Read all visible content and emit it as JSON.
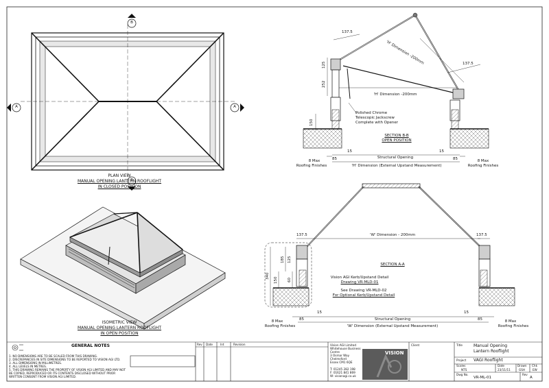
{
  "plan": {
    "title": [
      "PLAN VIEW",
      "MANUAL OPENING LANTERN ROOFLIGHT",
      "IN CLOSED POSITION"
    ],
    "marker_a": "A",
    "marker_b": "B"
  },
  "iso": {
    "title": [
      "ISOMETRIC VIEW",
      "MANUAL OPENING LANTERN ROOFLIGHT",
      "IN OPEN POSITION"
    ]
  },
  "section_bb": {
    "title": "SECTION B-B",
    "subtitle": "OPEN POSITION",
    "dim_137_left": "137.5",
    "dim_137_right": "137.5",
    "dim_h_slope": "'H' Dimension -200mm",
    "dim_h_flat": "'H' Dimension -200mm",
    "dim_125": "125",
    "dim_252": "252",
    "dim_150": "150",
    "dim_15_left": "15",
    "dim_15_right": "15",
    "dim_85_left": "85",
    "dim_85_right": "85",
    "structural_opening": "Structural Opening",
    "external_dim": "'H' Dimension (External Upstand Measurement)",
    "max_left": [
      "8 Max",
      "Roofing Finishes"
    ],
    "max_right": [
      "8 Max",
      "Roofing Finishes"
    ],
    "jackscrew_note": [
      "Polished Chrome",
      "Telescopic Jackscrew",
      "Complete with Opener"
    ]
  },
  "section_aa": {
    "title": "SECTION A-A",
    "dim_137_left": "137.5",
    "dim_137_right": "137.5",
    "dim_w": "'W' Dimension - 200mm",
    "dim_185": "185",
    "dim_125": "125",
    "dim_340": "340",
    "dim_60": "60",
    "dim_150": "150",
    "dim_15_left": "15",
    "dim_15_right": "15",
    "dim_85_left": "85",
    "dim_85_right": "85",
    "structural_opening": "Structural Opening",
    "external_dim": "'W' Dimension (External Upstand Measurement)",
    "max_left": [
      "8 Max",
      "Roofing Finishes"
    ],
    "max_right": [
      "8 Max",
      "Roofing Finishes"
    ],
    "kerb_note": [
      "Vision AGI Kerb/Upstand Detail",
      "Drawing VR-MLD-01"
    ],
    "optional_note": [
      "See Drawing VR-MLD-02",
      "For Optional Kerb/Upstand Detail"
    ]
  },
  "notes": {
    "heading": "GENERAL NOTES",
    "lines": [
      "1. NO DIMENSIONS ARE TO BE SCALED FROM THIS DRAWING.",
      "2. DISCREPANCIES IN SITE DIMENSIONS TO BE REPORTED TO VISION AGI LTD.",
      "3. ALL DIMENSIONS IN MILLIMETRES.",
      "4. ALL LEVELS IN METRES.",
      "5. THIS DRAWING REMAINS THE PROPERTY OF VISION AGI LIMITED AND MAY NOT",
      "   BE COPIED, REPRODUCED OR ITS CONTENTS DISCLOSED WITHOUT PRIOR",
      "   WRITTEN CONSENT FROM VISION AGI LIMITED."
    ]
  },
  "revision_table": {
    "headers": [
      "Rev",
      "Date",
      "Int",
      "Revision"
    ]
  },
  "company": {
    "lines": [
      "Vision AGI Limited",
      "Whitehouse Business",
      "Centre",
      "3 Osmar Way",
      "Chelmsford",
      "Essex  CM1 6QE"
    ],
    "contact": [
      "T: 01245 282 198",
      "F: 01621 841 869",
      "W: visionagi.co.uk"
    ],
    "logo_text": "VISION"
  },
  "client": {
    "label": "Client"
  },
  "title_block": {
    "title_label": "Title",
    "title_lines": [
      "Manual Opening",
      "Lantern Rooflight"
    ],
    "project_label": "Project",
    "project_value": "VAGI Rooflight",
    "scales_label": "Scales",
    "scales_value": "NTS",
    "date_label": "Date",
    "date_value": "23/11/11",
    "drawn_label": "Drawn",
    "drawn_value": "GSH",
    "chk_label": "Chk",
    "chk_value": "EW",
    "dwg_label": "Dwg No.",
    "dwg_value": "VR-ML-01",
    "rev_label": "Rev",
    "rev_value": "A"
  }
}
